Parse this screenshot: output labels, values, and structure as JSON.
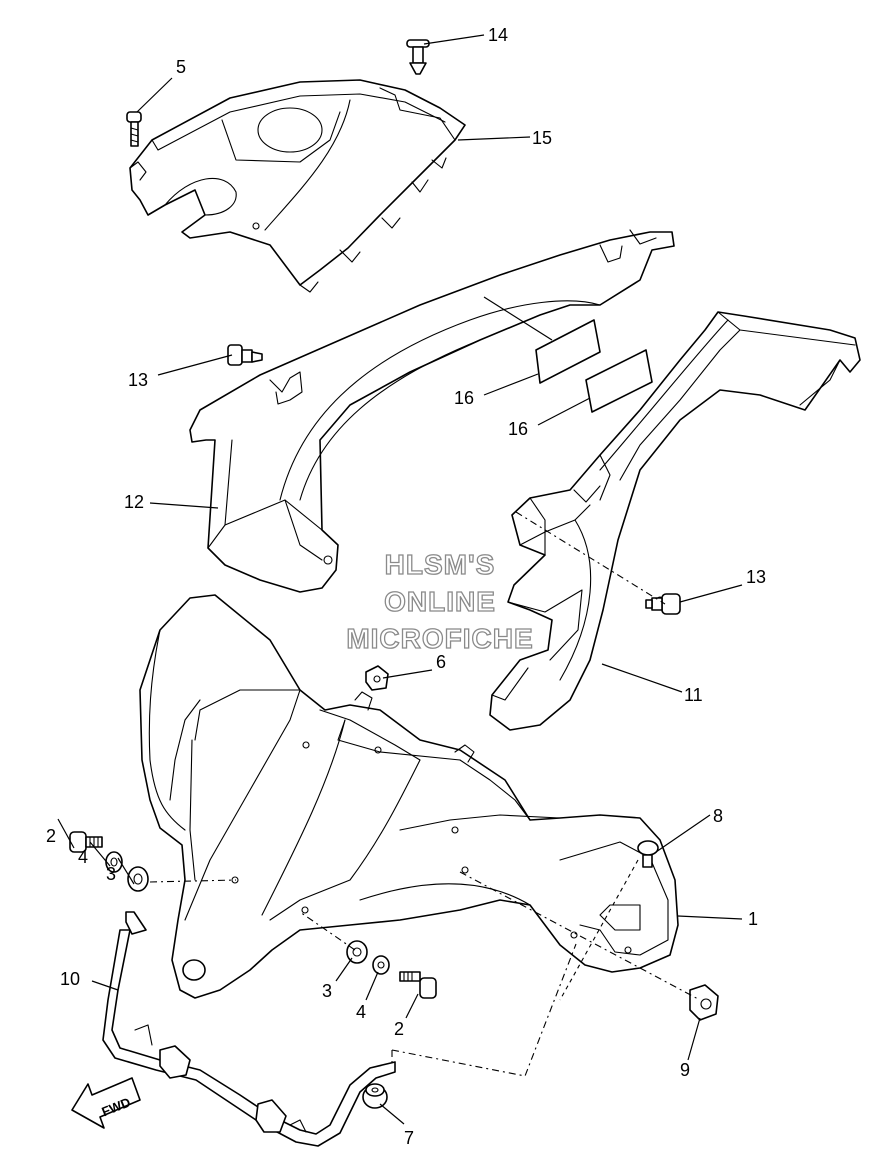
{
  "watermark": {
    "line1": "HLSM'S",
    "line2": "ONLINE",
    "line3": "MICROFICHE"
  },
  "fwd_label": "FWD",
  "callouts": [
    {
      "id": "c14",
      "label": "14"
    },
    {
      "id": "c5",
      "label": "5"
    },
    {
      "id": "c15",
      "label": "15"
    },
    {
      "id": "c13a",
      "label": "13"
    },
    {
      "id": "c16a",
      "label": "16"
    },
    {
      "id": "c16b",
      "label": "16"
    },
    {
      "id": "c12",
      "label": "12"
    },
    {
      "id": "c13b",
      "label": "13"
    },
    {
      "id": "c6",
      "label": "6"
    },
    {
      "id": "c11",
      "label": "11"
    },
    {
      "id": "c2a",
      "label": "2"
    },
    {
      "id": "c4a",
      "label": "4"
    },
    {
      "id": "c3a",
      "label": "3"
    },
    {
      "id": "c8",
      "label": "8"
    },
    {
      "id": "c1",
      "label": "1"
    },
    {
      "id": "c10",
      "label": "10"
    },
    {
      "id": "c3b",
      "label": "3"
    },
    {
      "id": "c4b",
      "label": "4"
    },
    {
      "id": "c2b",
      "label": "2"
    },
    {
      "id": "c9",
      "label": "9"
    },
    {
      "id": "c7",
      "label": "7"
    }
  ]
}
